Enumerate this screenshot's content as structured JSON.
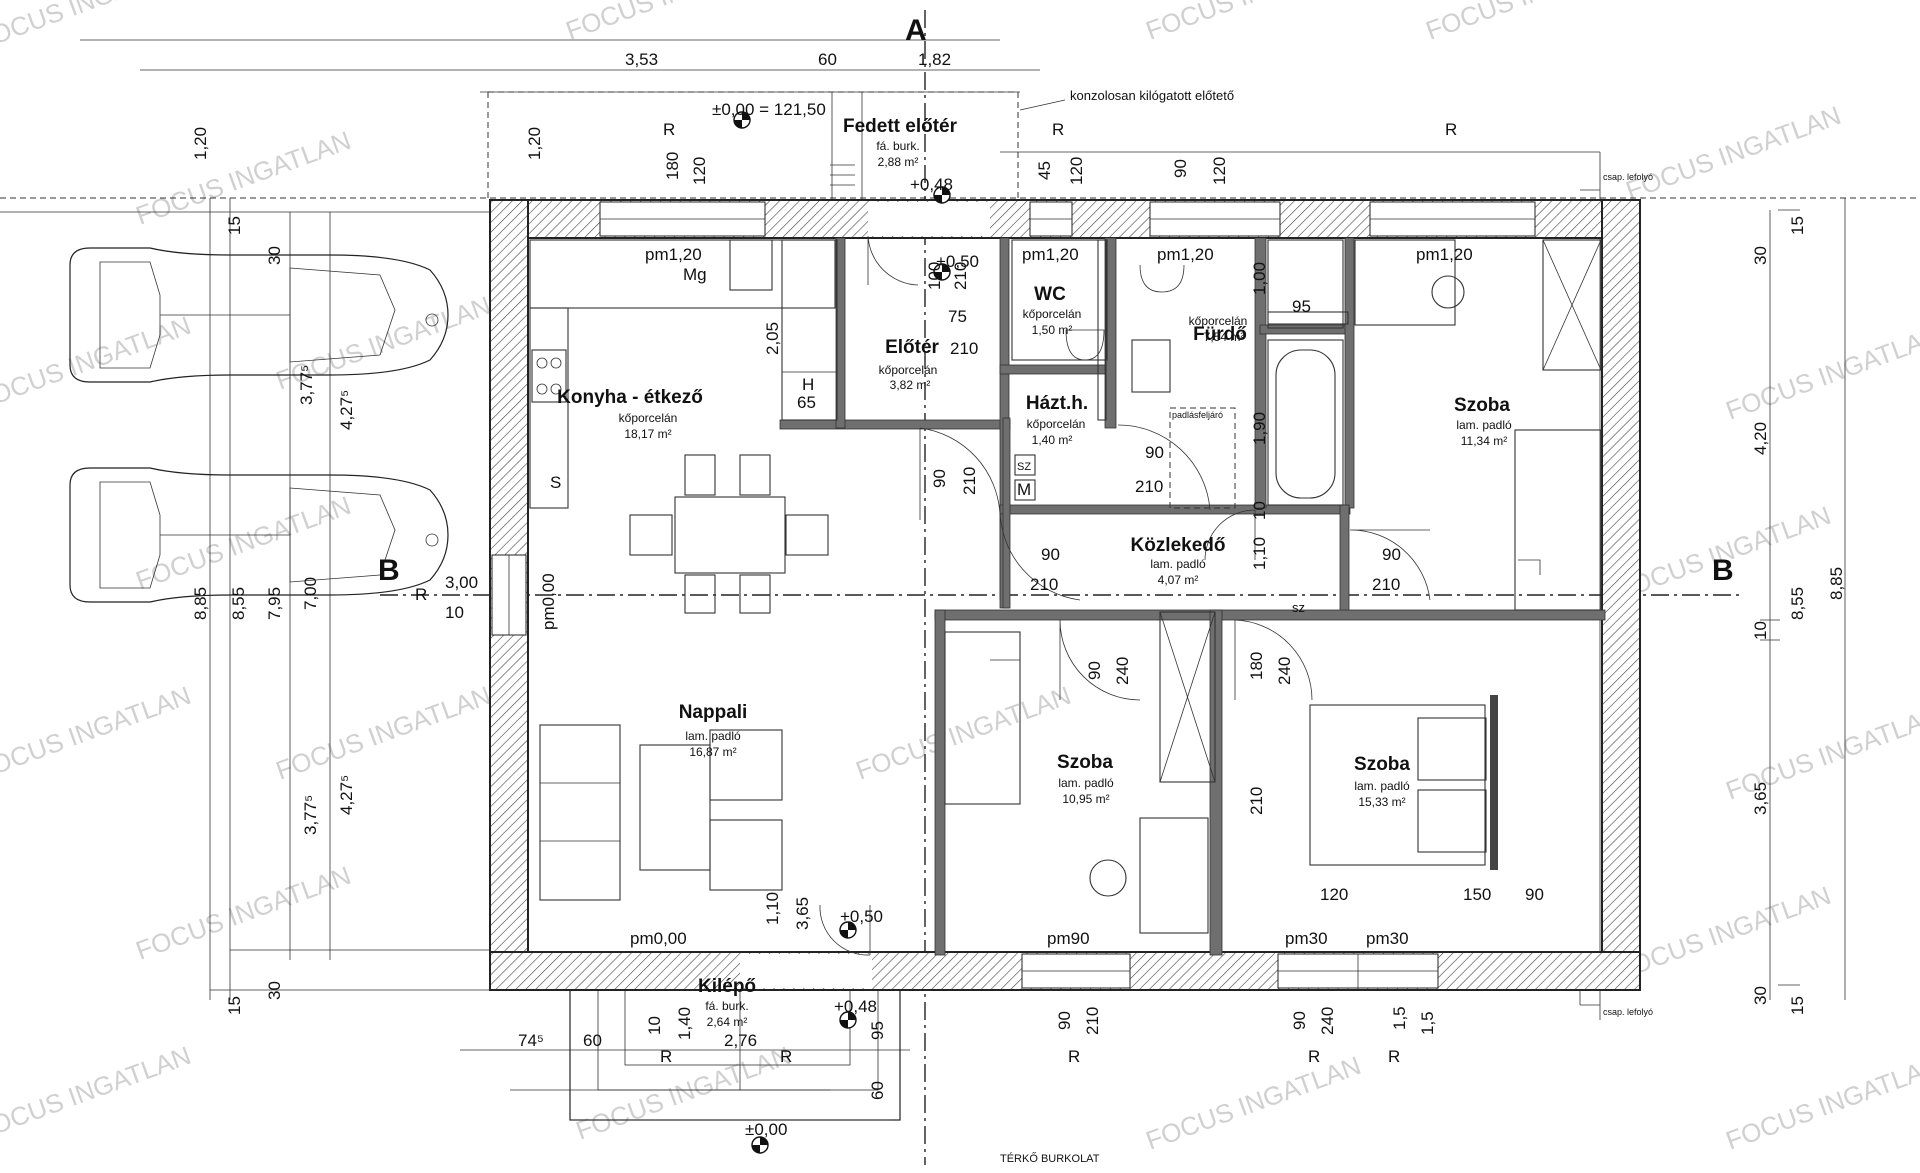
{
  "watermark": "FOCUS INGATLAN",
  "rooms": [
    {
      "name": "Konyha - étkező",
      "floor": "kőporcelán",
      "area": "18,17 m²"
    },
    {
      "name": "Előtér",
      "floor": "kőporcelán",
      "area": "3,82 m²"
    },
    {
      "name": "WC",
      "floor": "kőporcelán",
      "area": "1,50 m²"
    },
    {
      "name": "Fürdő",
      "floor": "kőporcelán",
      "area": "7,54 m²"
    },
    {
      "name": "Házt.h.",
      "floor": "kőporcelán",
      "area": "1,40 m²"
    },
    {
      "name": "Szoba",
      "floor": "lam. padló",
      "area": "11,34 m²"
    },
    {
      "name": "Közlekedő",
      "floor": "lam. padló",
      "area": "4,07 m²"
    },
    {
      "name": "Nappali",
      "floor": "lam. padló",
      "area": "16,87 m²"
    },
    {
      "name": "Szoba",
      "floor": "lam. padló",
      "area": "10,95 m²"
    },
    {
      "name": "Szoba",
      "floor": "lam. padló",
      "area": "15,33 m²"
    },
    {
      "name": "Fedett előtér",
      "floor": "fá. burk.",
      "area": "2,88 m²"
    },
    {
      "name": "Kilépő",
      "floor": "fá. burk.",
      "area": "2,64 m²"
    }
  ],
  "levels": {
    "main": "±0,00 = 121,50",
    "entry": "+0,48",
    "inner": "+0,50",
    "terrace": "+0,50",
    "terrace_step": "+0,48",
    "ground": "±0,00"
  },
  "notes": {
    "canopy": "konzolosan kilógatott előtető",
    "drain": "csap. lefolyó",
    "paving": "TÉRKŐ BURKOLAT",
    "attic": "padlásfeljáró"
  },
  "sections": {
    "a": "A",
    "b": "B"
  },
  "top_dims": [
    "3,53",
    "60",
    "1,82"
  ],
  "left_dims": [
    "1,20",
    "15",
    "30",
    "3,77⁵",
    "4,27⁵",
    "8,85",
    "8,55",
    "7,95",
    "7,00",
    "3,77⁵",
    "4,27⁵",
    "15",
    "30"
  ],
  "right_dims": [
    "15",
    "30",
    "4,20",
    "8,55",
    "8,85",
    "10",
    "3,65",
    "30",
    "15"
  ],
  "bottom_dims": [
    "74⁵",
    "60",
    "2,76",
    "95",
    "60"
  ],
  "window_labels": [
    "pm1,20",
    "pm1,20",
    "pm1,20",
    "pm1,20",
    "pm0,00",
    "pm0,00",
    "pm90",
    "pm30",
    "pm30"
  ],
  "fixtures": {
    "mg": "Mg",
    "h": "H",
    "s": "S",
    "sz": "SZ",
    "m": "M",
    "sz2": "sz",
    "r": "R"
  },
  "misc_dims": [
    "180",
    "120",
    "45",
    "120",
    "90",
    "120",
    "100",
    "210",
    "2,05",
    "65",
    "75",
    "210",
    "1,00",
    "95",
    "1,90",
    "10",
    "1,10",
    "90",
    "210",
    "90",
    "210",
    "90",
    "210",
    "90",
    "210",
    "90",
    "240",
    "180",
    "240",
    "3,00",
    "10",
    "1,10",
    "3,65",
    "120",
    "150",
    "90",
    "210",
    "90",
    "210",
    "90",
    "240",
    "1,5",
    "1,5",
    "10",
    "1,40"
  ]
}
